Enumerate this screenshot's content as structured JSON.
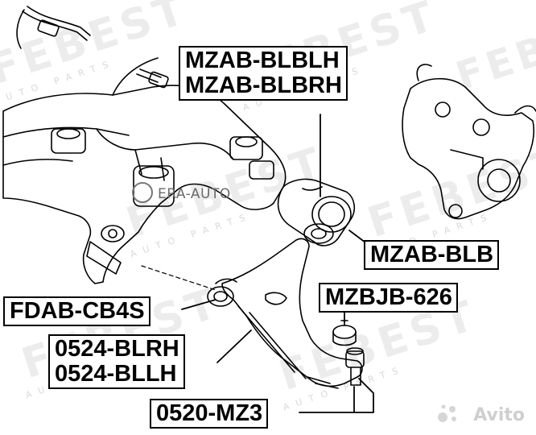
{
  "watermark": {
    "brand": "FEBEST",
    "subtitle": "AUTO PARTS"
  },
  "overlay_logo": {
    "text": "ERA-AUTO"
  },
  "avito_badge": {
    "text": "Avito"
  },
  "part_labels": {
    "upper_right": {
      "line1": "MZAB-BLBLH",
      "line2": "MZAB-BLBRH"
    },
    "bushing_rear": "MZAB-BLB",
    "ball_joint": "MZBJB-626",
    "front_bushing": "FDAB-CB4S",
    "lower_arm": {
      "line1": "0524-BLRH",
      "line2": "0524-BLLH"
    },
    "lower_joint": "0520-MZ3"
  },
  "colors": {
    "line": "#000000",
    "watermark": "#ececec",
    "background": "#ffffff"
  }
}
